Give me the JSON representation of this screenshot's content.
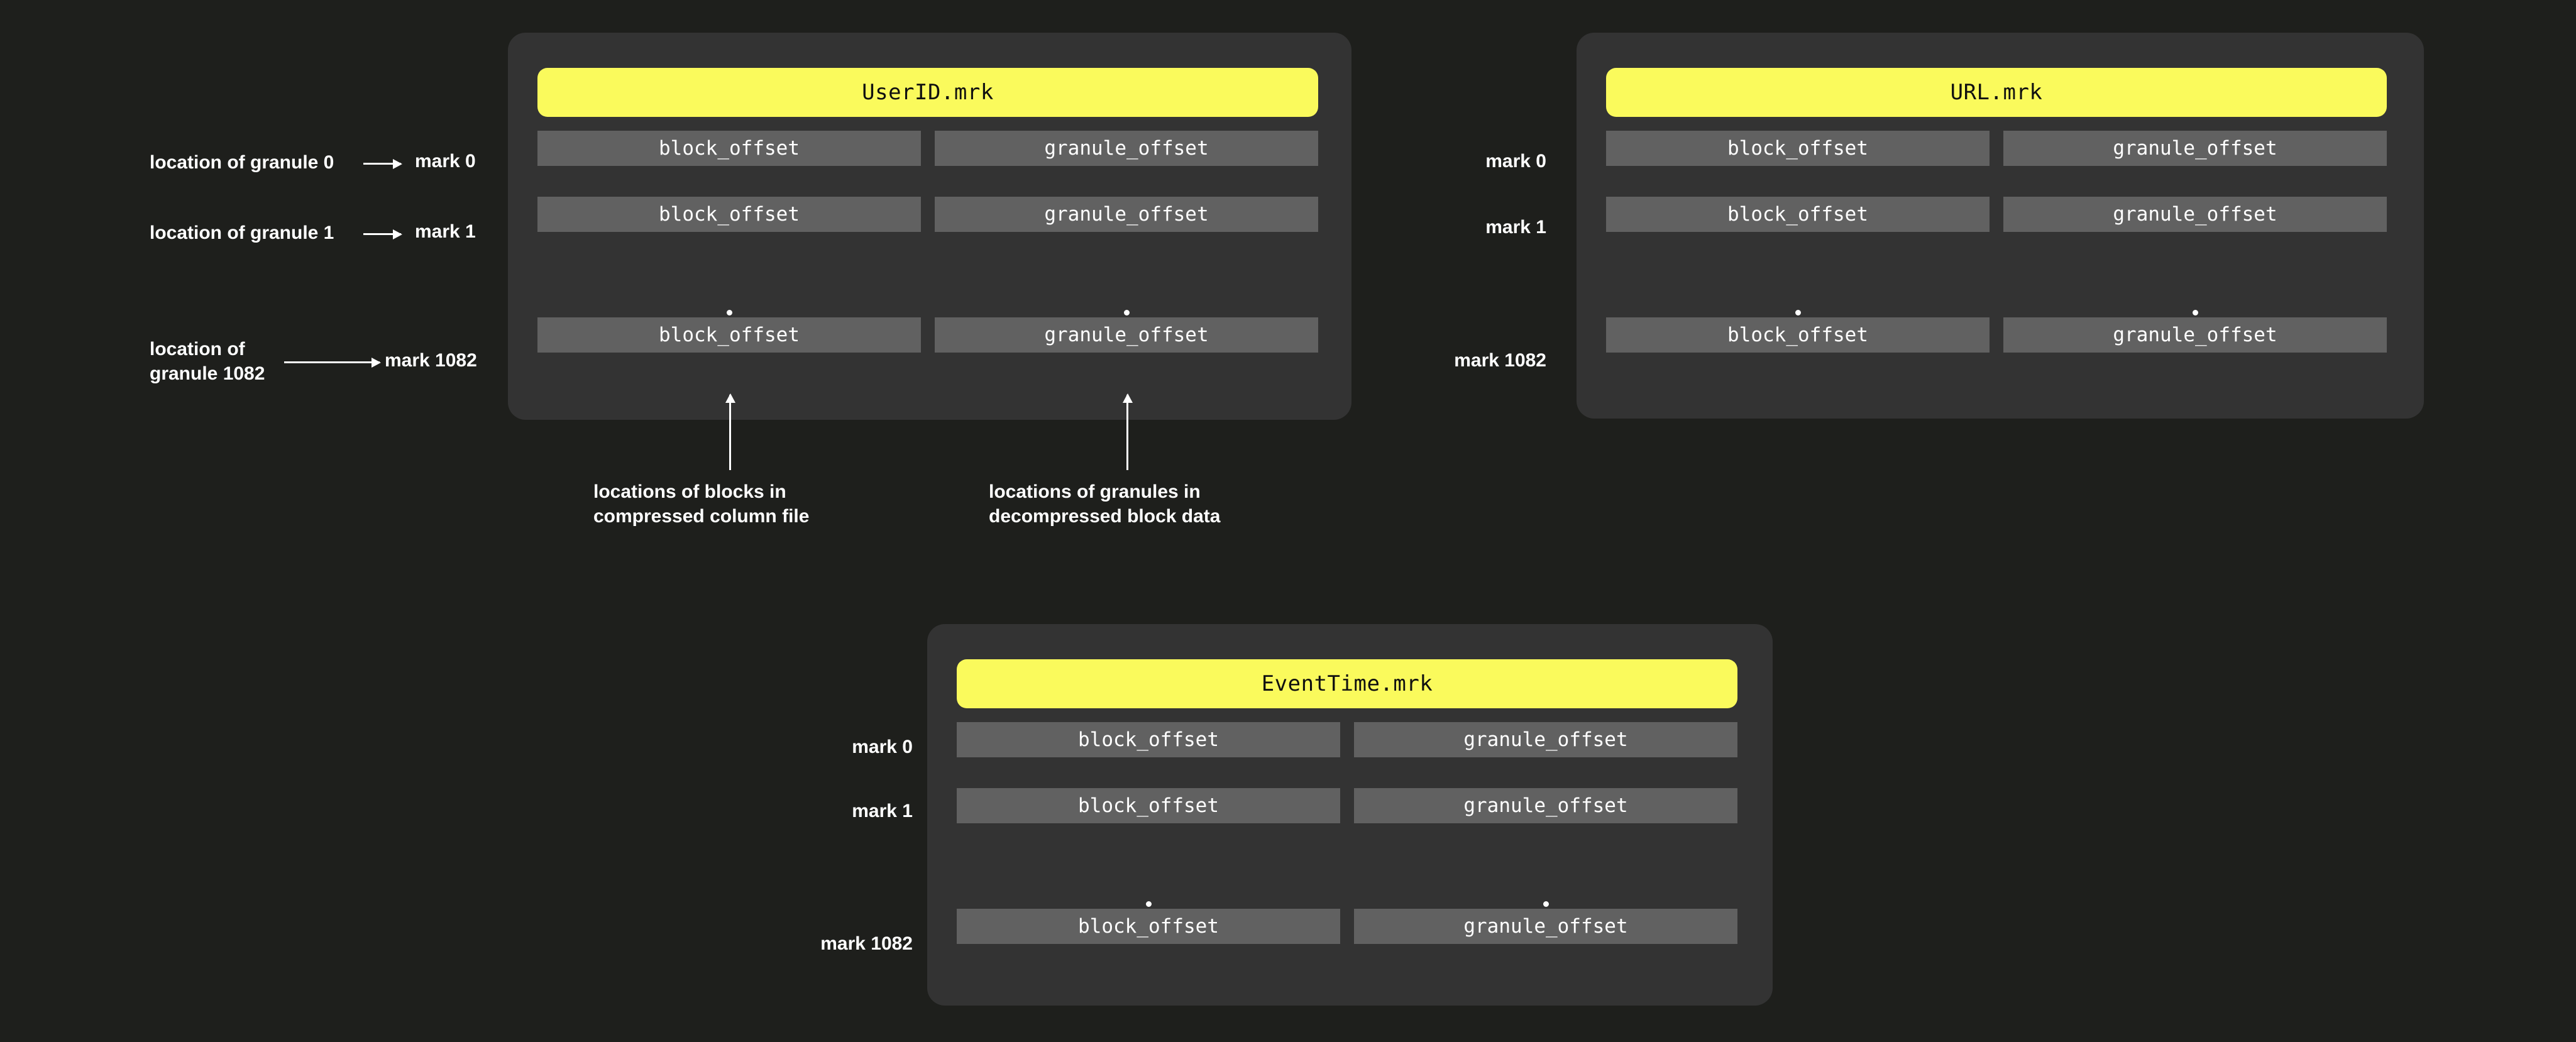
{
  "theme": {
    "background": "#1e1f1c",
    "panel": "#333333",
    "accent_yellow": "#fafa5c",
    "cell": "#616161",
    "text": "#ffffff"
  },
  "columns": {
    "block_offset": "block_offset",
    "granule_offset": "granule_offset"
  },
  "panels": [
    {
      "id": "userid",
      "title": "UserID.mrk",
      "marks": [
        "mark 0",
        "mark 1",
        "mark 1082"
      ],
      "rows": [
        {
          "block_offset": "block_offset",
          "granule_offset": "granule_offset"
        },
        {
          "block_offset": "block_offset",
          "granule_offset": "granule_offset"
        },
        {
          "block_offset": "block_offset",
          "granule_offset": "granule_offset"
        }
      ]
    },
    {
      "id": "url",
      "title": "URL.mrk",
      "marks": [
        "mark 0",
        "mark 1",
        "mark 1082"
      ],
      "rows": [
        {
          "block_offset": "block_offset",
          "granule_offset": "granule_offset"
        },
        {
          "block_offset": "block_offset",
          "granule_offset": "granule_offset"
        },
        {
          "block_offset": "block_offset",
          "granule_offset": "granule_offset"
        }
      ]
    },
    {
      "id": "eventtime",
      "title": "EventTime.mrk",
      "marks": [
        "mark 0",
        "mark 1",
        "mark 1082"
      ],
      "rows": [
        {
          "block_offset": "block_offset",
          "granule_offset": "granule_offset"
        },
        {
          "block_offset": "block_offset",
          "granule_offset": "granule_offset"
        },
        {
          "block_offset": "block_offset",
          "granule_offset": "granule_offset"
        }
      ]
    }
  ],
  "annotations": {
    "granule0": {
      "source": "location of granule 0",
      "target": "mark 0"
    },
    "granule1": {
      "source": "location of granule 1",
      "target": "mark 1"
    },
    "granule1082": {
      "source_line1": "location of",
      "source_line2": "granule 1082",
      "target": "mark 1082"
    }
  },
  "captions": {
    "blocks": "locations of blocks in\ncompressed column file",
    "granules": "locations of granules in\ndecompressed block data"
  }
}
